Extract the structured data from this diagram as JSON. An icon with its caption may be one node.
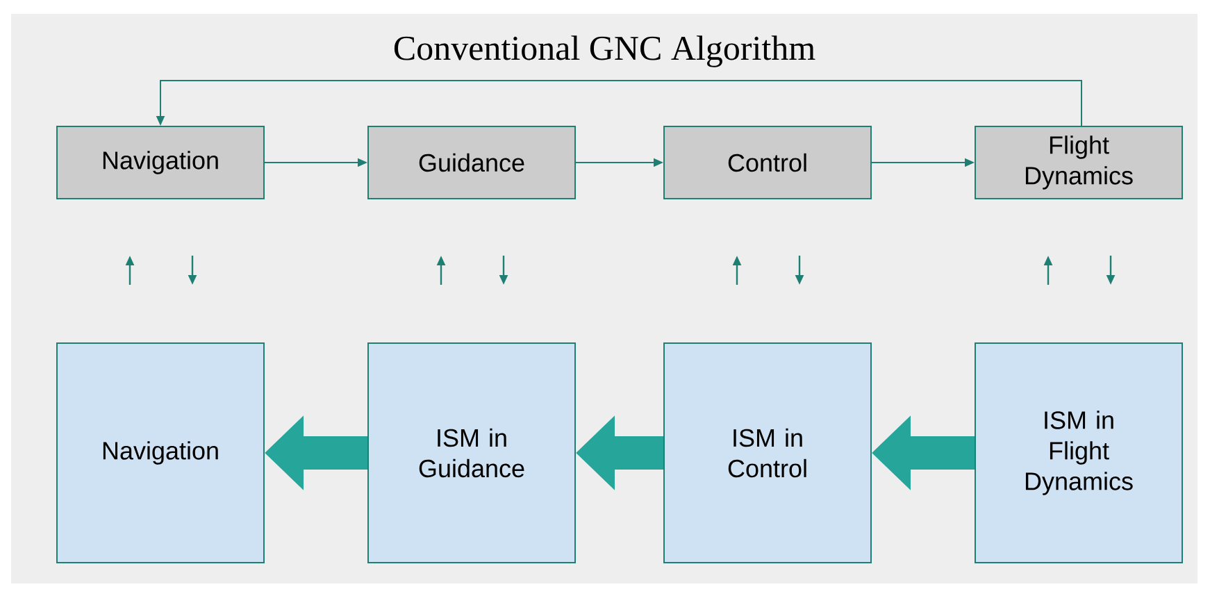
{
  "diagram": {
    "title": "Conventional GNC Algorithm",
    "nodes": [
      {
        "text": [
          "Navigation"
        ]
      },
      {
        "text": [
          "Guidance"
        ]
      },
      {
        "text": [
          "Control"
        ]
      },
      {
        "text": [
          "Flight Dynamics"
        ]
      },
      {
        "text": [
          "Navigation"
        ]
      },
      {
        "text": [
          "ISM in Guidance"
        ]
      },
      {
        "text": [
          "ISM in Control"
        ]
      },
      {
        "text": [
          "ISM in Flight Dynamics"
        ]
      }
    ],
    "edges": [
      {
        "from": 0,
        "to": 1,
        "arrow": "to"
      },
      {
        "from": 1,
        "to": 2,
        "arrow": "to"
      },
      {
        "from": 2,
        "to": 3,
        "arrow": "to"
      },
      {
        "from": 3,
        "to": 0,
        "arrow": "to"
      },
      {
        "from": 5,
        "to": 4,
        "arrow": "to",
        "style": "thick",
        "color": "#26a69a"
      },
      {
        "from": 6,
        "to": 5,
        "arrow": "to",
        "style": "thick",
        "color": "#26a69a"
      },
      {
        "from": 7,
        "to": 6,
        "arrow": "to",
        "style": "thick",
        "color": "#26a69a"
      }
    ]
  }
}
